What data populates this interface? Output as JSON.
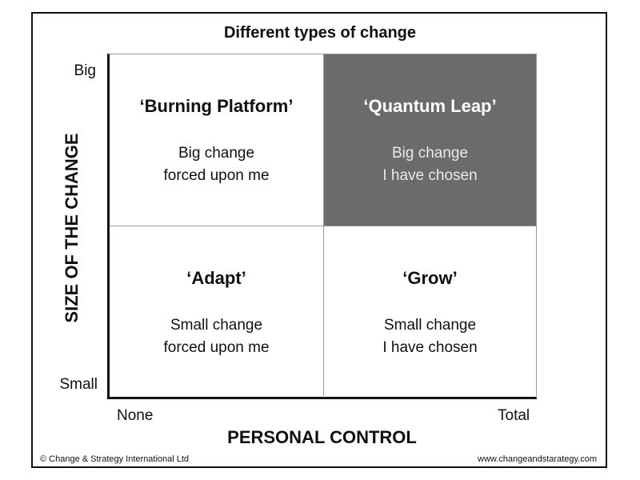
{
  "title": "Different types of change",
  "y_axis": {
    "label": "SIZE OF THE CHANGE",
    "top": "Big",
    "bottom": "Small"
  },
  "x_axis": {
    "label": "PERSONAL CONTROL",
    "left": "None",
    "right": "Total"
  },
  "quadrants": {
    "top_left": {
      "name": "‘Burning Platform’",
      "line1": "Big change",
      "line2": "forced upon me"
    },
    "top_right": {
      "name": "‘Quantum Leap’",
      "line1": "Big change",
      "line2": "I have chosen",
      "fill": "#6b6b6b"
    },
    "bottom_left": {
      "name": "‘Adapt’",
      "line1": "Small change",
      "line2": "forced upon me"
    },
    "bottom_right": {
      "name": "‘Grow’",
      "line1": "Small change",
      "line2": "I have chosen"
    }
  },
  "footer": {
    "copyright": "© Change & Strategy International Ltd",
    "website": "www.changeandstarategy.com"
  }
}
